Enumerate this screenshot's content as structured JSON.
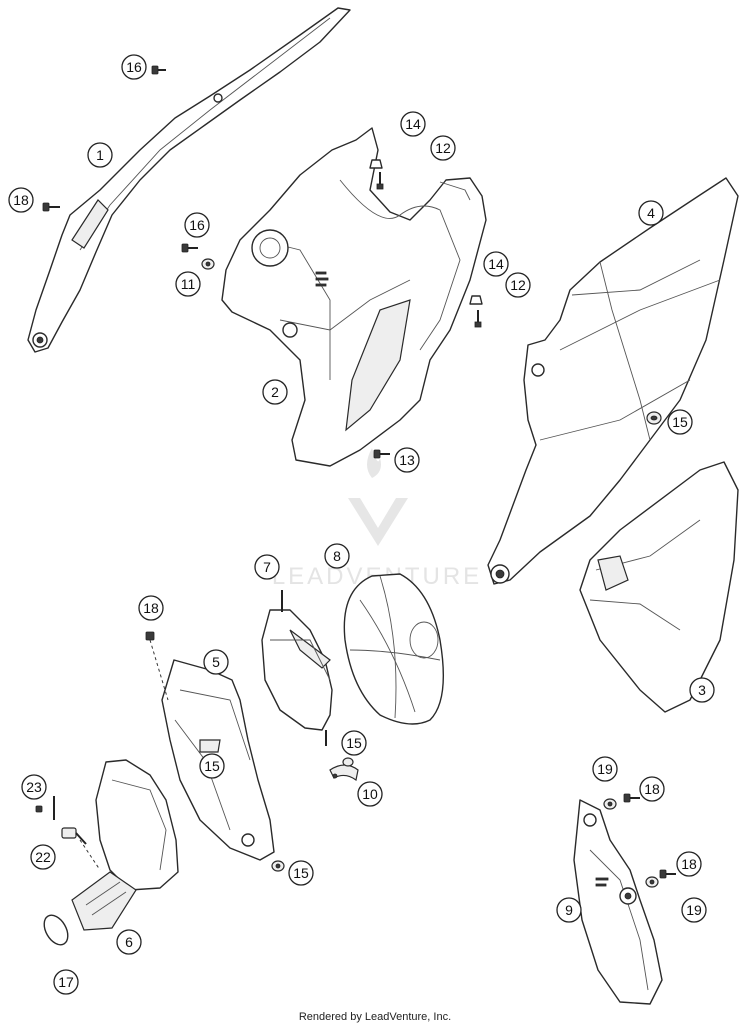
{
  "diagram": {
    "callouts": [
      {
        "id": "c16a",
        "label": "16"
      },
      {
        "id": "c1",
        "label": "1"
      },
      {
        "id": "c18a",
        "label": "18"
      },
      {
        "id": "c14a",
        "label": "14"
      },
      {
        "id": "c12a",
        "label": "12"
      },
      {
        "id": "c16b",
        "label": "16"
      },
      {
        "id": "c11",
        "label": "11"
      },
      {
        "id": "c4",
        "label": "4"
      },
      {
        "id": "c14b",
        "label": "14"
      },
      {
        "id": "c12b",
        "label": "12"
      },
      {
        "id": "c2",
        "label": "2"
      },
      {
        "id": "c15a",
        "label": "15"
      },
      {
        "id": "c13",
        "label": "13"
      },
      {
        "id": "c7",
        "label": "7"
      },
      {
        "id": "c8",
        "label": "8"
      },
      {
        "id": "c18b",
        "label": "18"
      },
      {
        "id": "c5",
        "label": "5"
      },
      {
        "id": "c3",
        "label": "3"
      },
      {
        "id": "c15b",
        "label": "15"
      },
      {
        "id": "c15c",
        "label": "15"
      },
      {
        "id": "c10",
        "label": "10"
      },
      {
        "id": "c23",
        "label": "23"
      },
      {
        "id": "c19a",
        "label": "19"
      },
      {
        "id": "c18c",
        "label": "18"
      },
      {
        "id": "c22",
        "label": "22"
      },
      {
        "id": "c15d",
        "label": "15"
      },
      {
        "id": "c18d",
        "label": "18"
      },
      {
        "id": "c9",
        "label": "9"
      },
      {
        "id": "c19b",
        "label": "19"
      },
      {
        "id": "c6",
        "label": "6"
      },
      {
        "id": "c17",
        "label": "17"
      }
    ],
    "watermark": "LEADVENTURE",
    "footer": "Rendered by LeadVenture, Inc."
  }
}
